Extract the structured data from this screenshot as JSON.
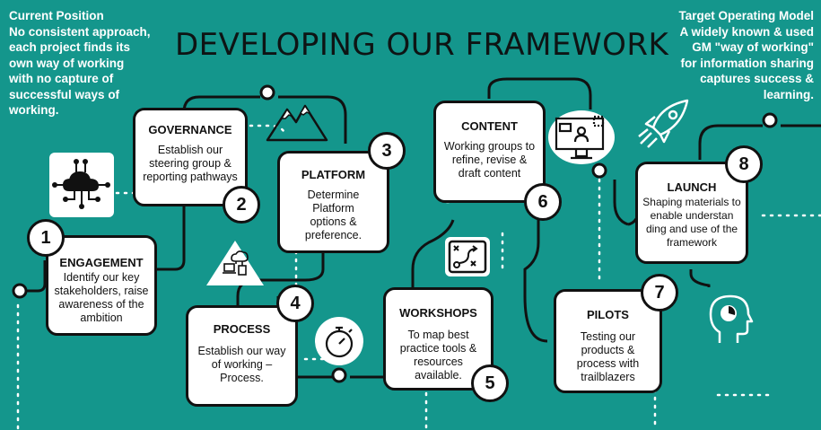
{
  "title": "DEVELOPING OUR FRAMEWORK",
  "current_position": {
    "heading": "Current Position",
    "lines": [
      "No consistent approach,",
      "each project finds its",
      "own way of working",
      "with no capture of",
      "successful ways of",
      "working."
    ]
  },
  "target_model": {
    "heading": "Target Operating Model",
    "lines": [
      "A widely known & used",
      "GM \"way of working\"",
      "for information sharing",
      "captures success &",
      "learning."
    ]
  },
  "steps": [
    {
      "number": "1",
      "title": "ENGAGEMENT",
      "text": "Identify our key stakeholders, raise awareness of the ambition"
    },
    {
      "number": "2",
      "title": "GOVERNANCE",
      "text": "Establish our steering group & reporting pathways"
    },
    {
      "number": "3",
      "title": "PLATFORM",
      "text": "Determine Platform options & preference."
    },
    {
      "number": "4",
      "title": "PROCESS",
      "text": "Establish our way of working – Process."
    },
    {
      "number": "5",
      "title": "WORKSHOPS",
      "text": "To map best practice  tools & resources available."
    },
    {
      "number": "6",
      "title": "CONTENT",
      "text": "Working groups to refine, revise & draft content"
    },
    {
      "number": "7",
      "title": "PILOTS",
      "text": "Testing our products & process with trailblazers"
    },
    {
      "number": "8",
      "title": "LAUNCH",
      "text": "Shaping  materials to enable  understan ding and use of the framework"
    }
  ],
  "icons": [
    "cloud-network-icon",
    "mountain-icon",
    "cloud-devices-icon",
    "stopwatch-icon",
    "strategy-board-icon",
    "presentation-screen-icon",
    "rocket-icon",
    "head-profile-icon"
  ],
  "colors": {
    "background": "#14968c",
    "box": "#ffffff",
    "outline": "#111111"
  }
}
